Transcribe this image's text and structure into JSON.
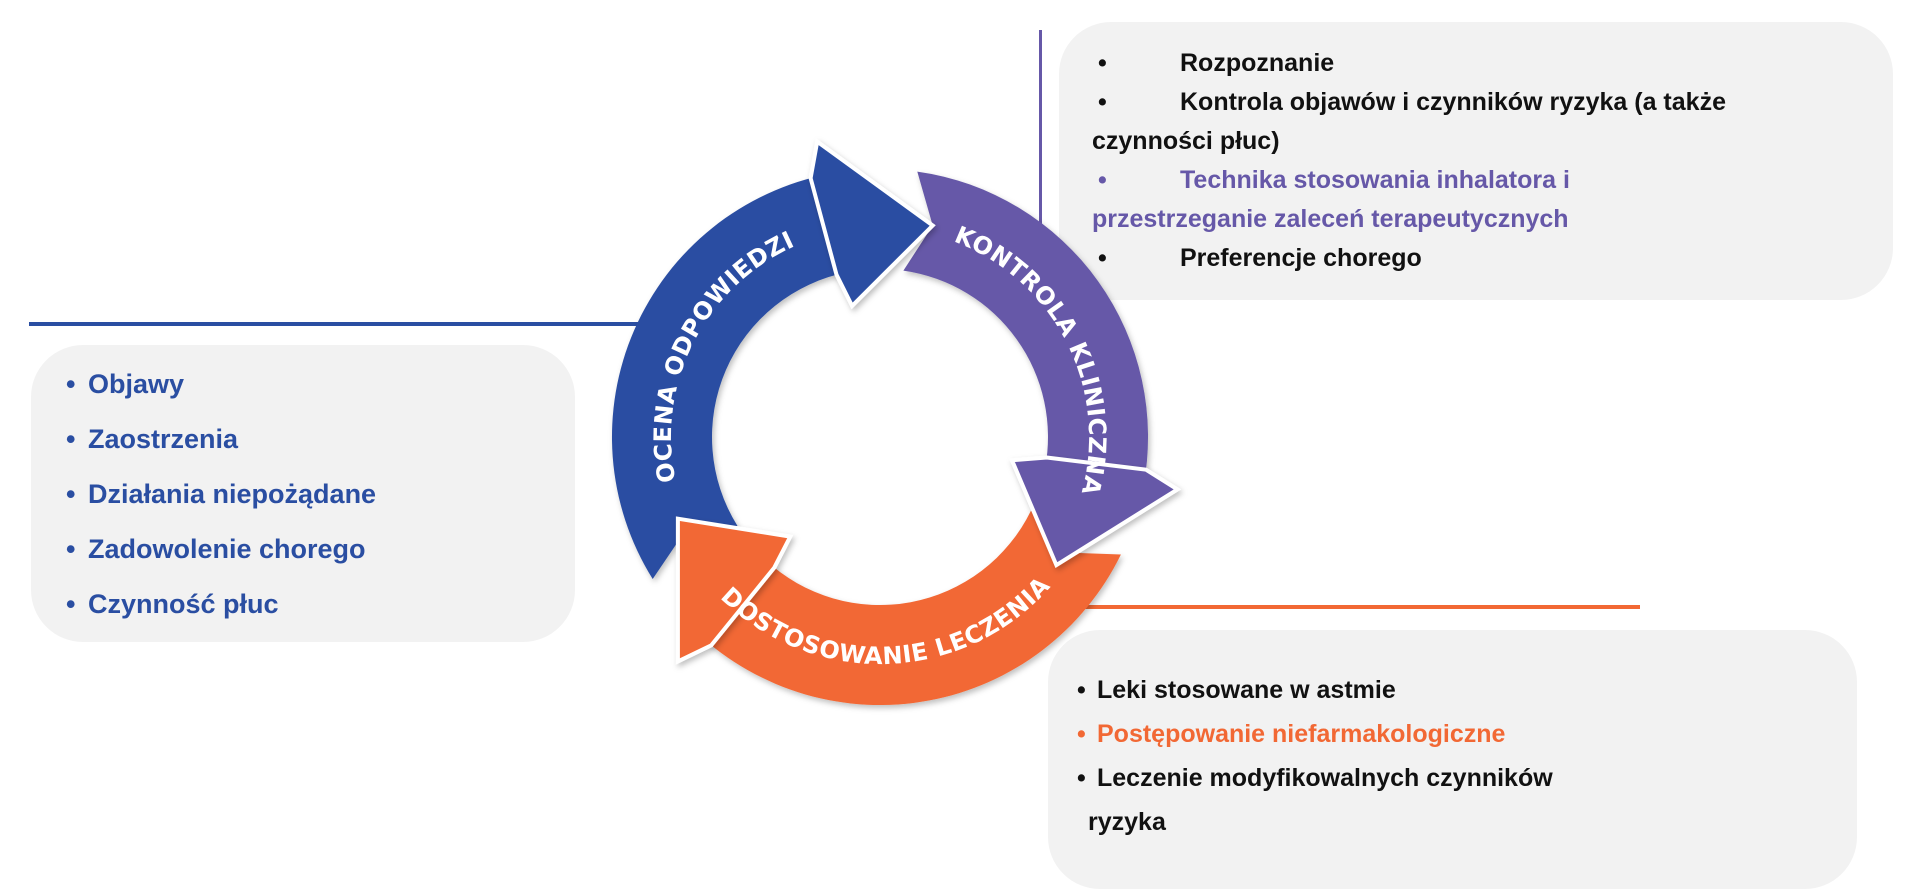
{
  "colors": {
    "blue": "#2a4ea2",
    "purple": "#6658a8",
    "orange": "#f26834",
    "black": "#111111",
    "box": "#f2f2f2"
  },
  "cycle": {
    "assess": "OCENA ODPOWIEDZI",
    "review": "KONTROLA KLINICZNA",
    "adjust": "DOSTOSOWANIE LECZENIA"
  },
  "assess_box": {
    "items": [
      {
        "bullet": "•",
        "lines": [
          "Objawy"
        ]
      },
      {
        "bullet": "•",
        "lines": [
          "Zaostrzenia"
        ]
      },
      {
        "bullet": "•",
        "lines": [
          "Działania niepożądane"
        ]
      },
      {
        "bullet": "•",
        "lines": [
          "Zadowolenie chorego"
        ]
      },
      {
        "bullet": "•",
        "lines": [
          "Czynność płuc"
        ]
      }
    ]
  },
  "review_box": {
    "items": [
      {
        "bullet": "•",
        "lines": [
          "Rozpoznanie"
        ],
        "color": "black"
      },
      {
        "bullet": "•",
        "lines": [
          "Kontrola objawów i czynników ryzyka (a także",
          "czynności płuc)"
        ],
        "color": "black"
      },
      {
        "bullet": "•",
        "lines": [
          "Technika stosowania inhalatora i",
          "przestrzeganie zaleceń terapeutycznych"
        ],
        "color": "purple"
      },
      {
        "bullet": "•",
        "lines": [
          "Preferencje chorego"
        ],
        "color": "black"
      }
    ]
  },
  "adjust_box": {
    "items": [
      {
        "bullet": "•",
        "lines": [
          "Leki stosowane w astmie"
        ],
        "color": "black"
      },
      {
        "bullet": "•",
        "lines": [
          "Postępowanie niefarmakologiczne"
        ],
        "color": "orange"
      },
      {
        "bullet": "•",
        "lines": [
          "Leczenie modyfikowalnych czynników",
          "ryzyka"
        ],
        "color": "black"
      }
    ]
  }
}
